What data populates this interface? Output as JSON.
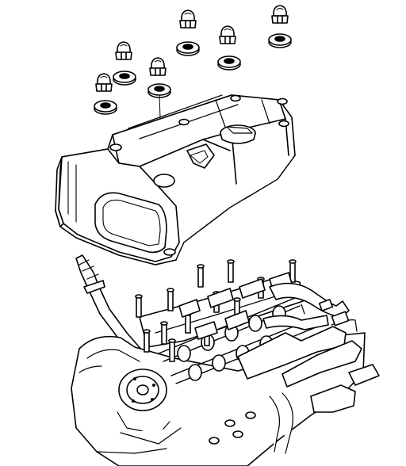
{
  "figure": {
    "kind": "exploded-view-line-drawing",
    "subject_parts": [
      "cap-nut",
      "sealing-washer",
      "valve-cover",
      "oil-filler-cap",
      "spark-plug-opening",
      "cylinder-head",
      "camshaft-assembly",
      "wiring-harness",
      "hose"
    ],
    "colors": {
      "line": "#000000",
      "fill": "#ffffff"
    }
  }
}
